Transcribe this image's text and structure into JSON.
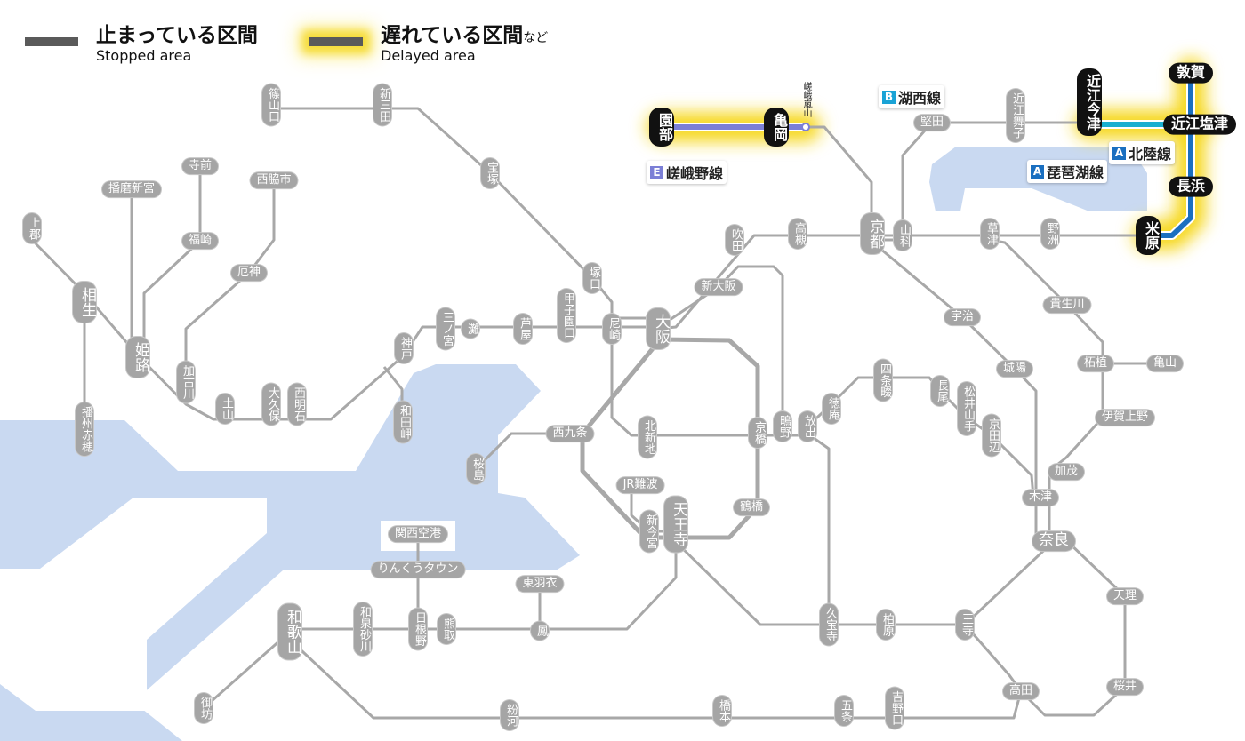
{
  "legend": {
    "stopped": {
      "ja": "止まっている区間",
      "en": "Stopped area"
    },
    "delayed": {
      "ja": "遅れている区間",
      "ja_suffix": "など",
      "en": "Delayed area"
    }
  },
  "line_labels": [
    {
      "badge": "B",
      "name": "湖西線",
      "color": "#1aa3d6"
    },
    {
      "badge": "A",
      "name": "北陸線",
      "color": "#1a6fc0"
    },
    {
      "badge": "A",
      "name": "琵琶湖線",
      "color": "#1a6fc0"
    },
    {
      "badge": "E",
      "name": "嵯峨野線",
      "color": "#7b7fd6"
    }
  ],
  "delayed_lines": [
    {
      "name": "嵯峨野線",
      "color": "#7b7fd6"
    },
    {
      "name": "湖西線",
      "color": "#19aed0"
    },
    {
      "name": "北陸線",
      "color": "#1a6fc0"
    }
  ],
  "colors": {
    "track": "#a8a8a8",
    "water": "#c9d9f1",
    "glow": "#f6d823",
    "station": "#a5a5a5",
    "delayed_station": "#111111"
  },
  "small_label": "嵯峨嵐山",
  "stations": [
    "篠山口",
    "新三田",
    "宝塚",
    "上郡",
    "相生",
    "播州赤穂",
    "播磨新宮",
    "寺前",
    "福崎",
    "西脇市",
    "厄神",
    "姫路",
    "加古川",
    "土山",
    "大久保",
    "西明石",
    "神戸",
    "和田岬",
    "三ノ宮",
    "灘",
    "芦屋",
    "甲子園口",
    "塚口",
    "尼崎",
    "大阪",
    "新大阪",
    "吹田",
    "高槻",
    "京都",
    "山科",
    "堅田",
    "近江舞子",
    "草津",
    "野洲",
    "宇治",
    "城陽",
    "貴生川",
    "柘植",
    "亀山",
    "伊賀上野",
    "加茂",
    "木津",
    "奈良",
    "天理",
    "桜井",
    "高田",
    "王寺",
    "柏原",
    "久宝寺",
    "五条",
    "吉野口",
    "四条畷",
    "長尾",
    "松井山手",
    "京田辺",
    "徳庵",
    "放出",
    "鴫野",
    "京橋",
    "北新地",
    "西九条",
    "桜島",
    "JR難波",
    "新今宮",
    "天王寺",
    "鶴橋",
    "関西空港",
    "りんくうタウン",
    "東羽衣",
    "鳳",
    "熊取",
    "日根野",
    "和泉砂川",
    "和歌山",
    "御坊",
    "粉河",
    "橋本"
  ],
  "delayed_stations": [
    "園部",
    "亀岡",
    "近江今津",
    "敦賀",
    "近江塩津",
    "長浜",
    "米原"
  ]
}
